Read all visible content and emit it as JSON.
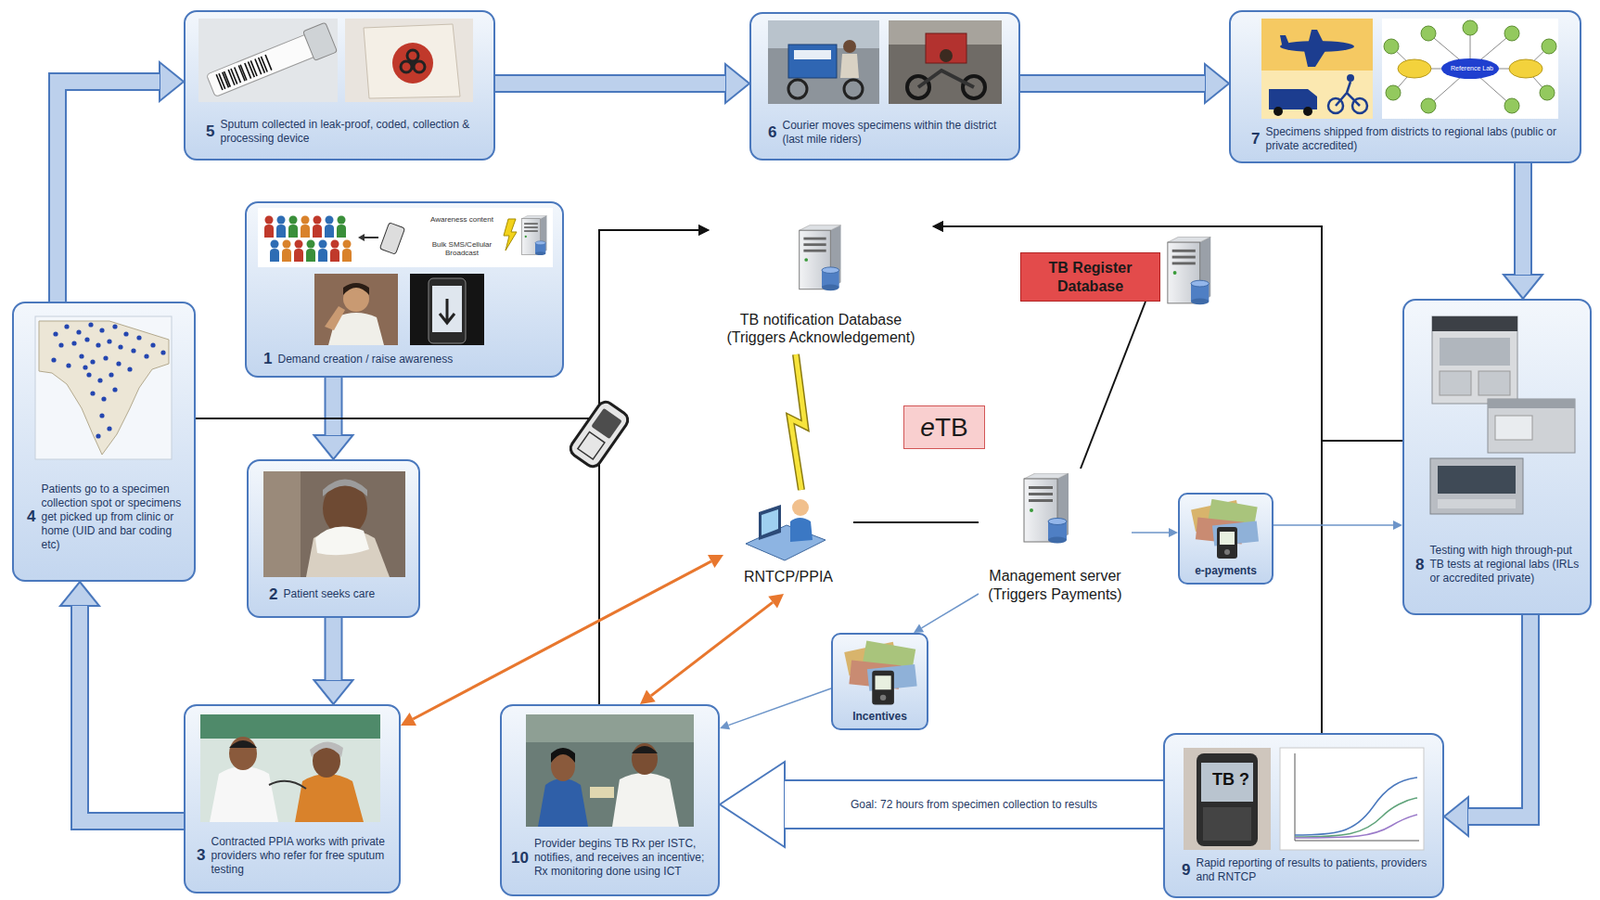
{
  "diagram": {
    "nodes": [
      {
        "text": [
          "1",
          "Demand creation / raise awareness",
          "Awareness content",
          "Bulk SMS/Cellular Broadcast"
        ]
      },
      {
        "text": [
          "2",
          "Patient seeks care"
        ]
      },
      {
        "text": [
          "3",
          "Contracted PPIA works with private providers who refer for free sputum testing"
        ]
      },
      {
        "text": [
          "4",
          "Patients go to a specimen collection spot or specimens get picked up from clinic or home (UID and bar coding etc)"
        ]
      },
      {
        "text": [
          "5",
          "Sputum collected in leak-proof, coded, collection & processing device"
        ]
      },
      {
        "text": [
          "6",
          "Courier moves specimens within the district (last mile riders)"
        ]
      },
      {
        "text": [
          "7",
          "Specimens shipped from districts to regional labs (public or private accredited)",
          "Reference Lab"
        ]
      },
      {
        "text": [
          "8",
          "Testing with high through-put TB tests at regional labs (IRLs or accredited private)"
        ]
      },
      {
        "text": [
          "9",
          "Rapid reporting of results to patients, providers and RNTCP",
          "TB ?"
        ]
      },
      {
        "text": [
          "10",
          "Provider begins TB Rx per ISTC, notifies, and receives an incentive; Rx monitoring done using ICT"
        ]
      },
      {
        "text": [
          "TB notification Database (Triggers Acknowledgement)"
        ]
      },
      {
        "text": [
          "TB Register Database"
        ]
      },
      {
        "text": [
          "eTB"
        ]
      },
      {
        "text": [
          "RNTCP/PPIA"
        ]
      },
      {
        "text": [
          "Management server (Triggers Payments)"
        ]
      },
      {
        "text": [
          "e-payments"
        ]
      },
      {
        "text": [
          "Incentives"
        ]
      }
    ],
    "edges": [
      {
        "from": 0,
        "to": 1,
        "arrow": "to"
      },
      {
        "from": 1,
        "to": 2,
        "arrow": "to"
      },
      {
        "from": 2,
        "to": 3,
        "arrow": "to"
      },
      {
        "from": 3,
        "to": 4,
        "arrow": "to"
      },
      {
        "from": 4,
        "to": 5,
        "arrow": "to"
      },
      {
        "from": 5,
        "to": 6,
        "arrow": "to"
      },
      {
        "from": 6,
        "to": 7,
        "arrow": "to"
      },
      {
        "from": 7,
        "to": 8,
        "arrow": "to"
      },
      {
        "from": 8,
        "to": 9,
        "label": "Goal: 72 hours from specimen collection to results",
        "arrow": "to"
      },
      {
        "from": 3,
        "to": 10,
        "arrow": "to"
      },
      {
        "from": 9,
        "to": 10,
        "arrow": "to"
      },
      {
        "from": 8,
        "to": 10,
        "arrow": "to"
      },
      {
        "from": 7,
        "to": 10,
        "arrow": "to"
      },
      {
        "from": 10,
        "to": 13,
        "arrow": "none"
      },
      {
        "from": 13,
        "to": 14,
        "arrow": "none"
      },
      {
        "from": 14,
        "to": 11,
        "arrow": "none"
      },
      {
        "from": 14,
        "to": 15,
        "arrow": "to"
      },
      {
        "from": 15,
        "to": 7,
        "arrow": "to"
      },
      {
        "from": 14,
        "to": 16,
        "arrow": "to"
      },
      {
        "from": 16,
        "to": 9,
        "arrow": "to"
      },
      {
        "from": 13,
        "to": 2,
        "arrow": "both"
      },
      {
        "from": 13,
        "to": 9,
        "arrow": "both"
      }
    ]
  }
}
